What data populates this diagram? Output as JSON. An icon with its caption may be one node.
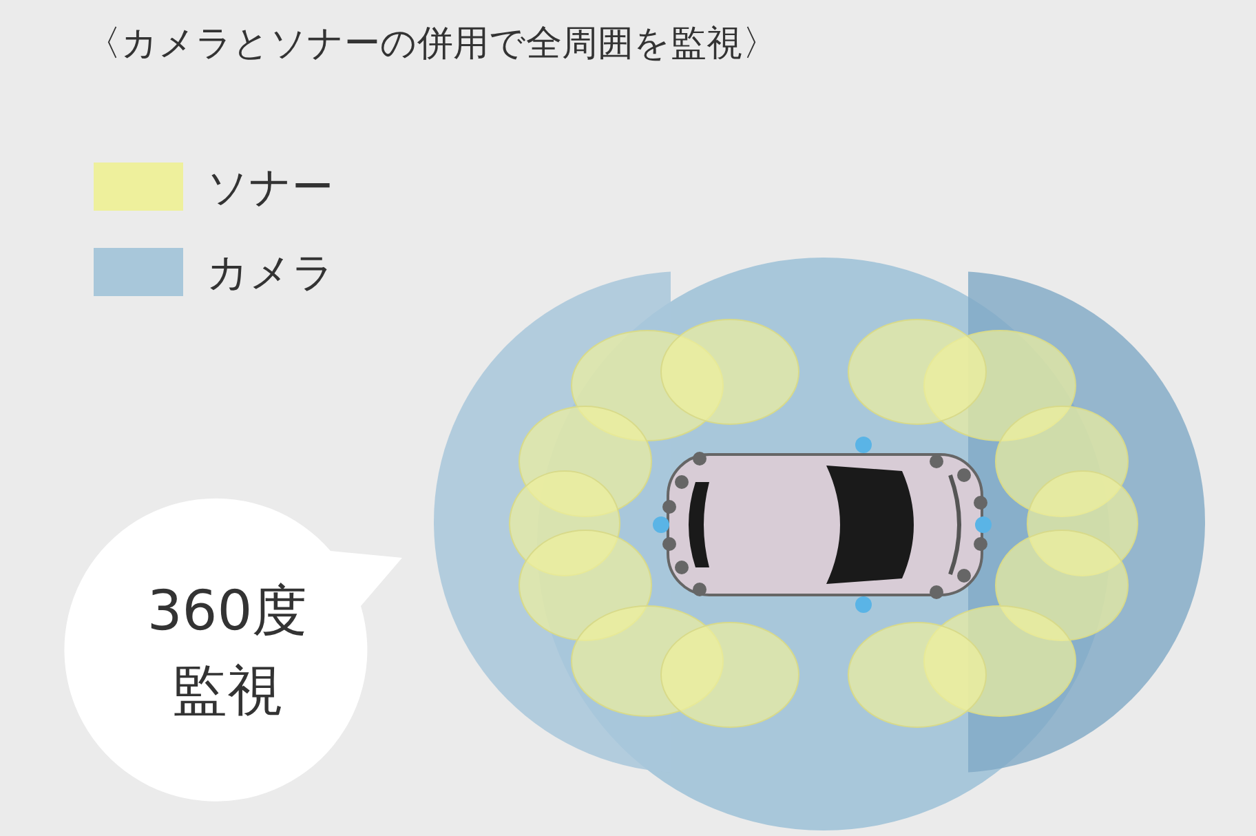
{
  "diagram": {
    "title": "〈カメラとソナーの併用で全周囲を監視〉",
    "nodes": [
      {
        "text": [
          "360度監視"
        ]
      }
    ],
    "legend": [
      {
        "text": "ソナー",
        "color": "#eef09c"
      },
      {
        "text": "カメラ",
        "color": "#a8c7da"
      }
    ]
  }
}
